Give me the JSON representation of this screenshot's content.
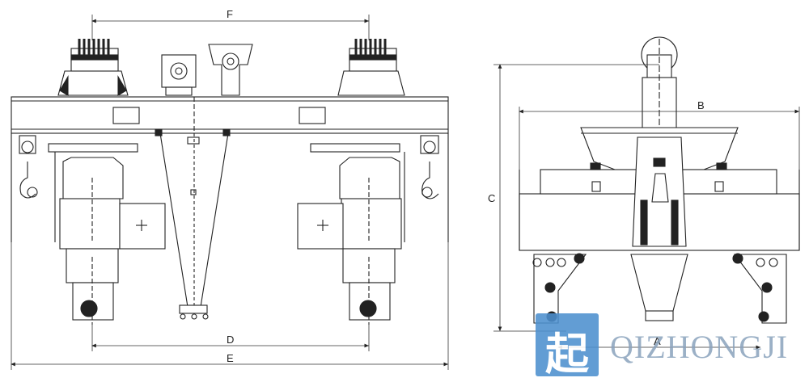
{
  "dimension_labels": {
    "F": "F",
    "D": "D",
    "E": "E",
    "B": "B",
    "C": "C",
    "A": "A"
  },
  "watermark": {
    "logo_char": "起",
    "brand_text": "QIZHONGJI",
    "logo_color": "#4d90cf",
    "text_color": "#8aa3bd"
  }
}
